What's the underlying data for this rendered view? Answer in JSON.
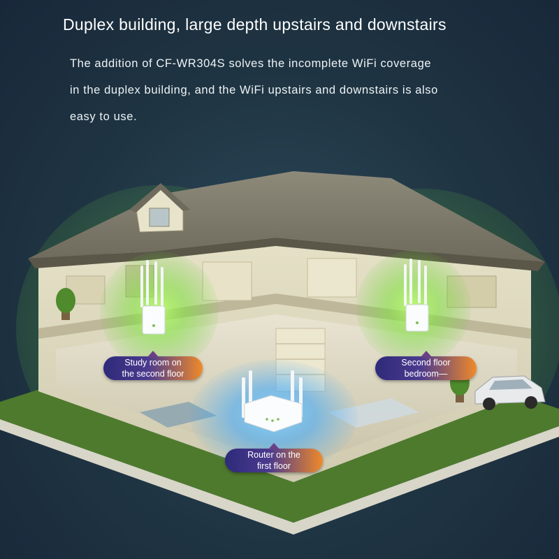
{
  "headline": "Duplex building, large depth upstairs and downstairs",
  "description_lines": [
    "The addition of CF-WR304S solves the incomplete WiFi coverage",
    "in the duplex building, and the WiFi upstairs and downstairs is also",
    "easy to use."
  ],
  "callouts": {
    "study": {
      "line1": "Study room on",
      "line2": "the second floor"
    },
    "bedroom": {
      "line1": "Second floor",
      "line2": "bedroom—"
    },
    "router": {
      "line1": "Router on the",
      "line2": "first floor"
    }
  },
  "colors": {
    "background": "#1f3442",
    "signal_green": "#6fdc3c",
    "signal_blue": "#3aa8ff",
    "callout_left": "#2e2a7a",
    "callout_right": "#f08a2a"
  },
  "icons": [
    "extender-device-icon",
    "router-device-icon",
    "car-icon",
    "plant-icon"
  ]
}
